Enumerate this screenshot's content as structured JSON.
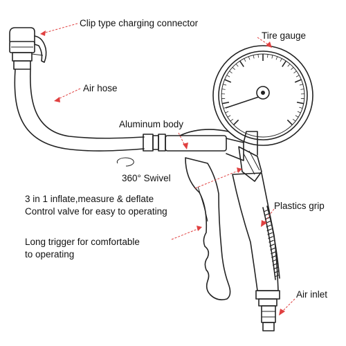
{
  "labels": {
    "clip_connector": "Clip type charging connector",
    "tire_gauge": "Tire gauge",
    "air_hose": "Air hose",
    "aluminum_body": "Aluminum body",
    "swivel": "360° Swivel",
    "inflate_line1": "3 in 1 inflate,measure & deflate",
    "inflate_line2": "Control valve for easy to operating",
    "plastics_grip": "Plastics grip",
    "trigger_line1": "Long trigger for comfortable",
    "trigger_line2": "to operating",
    "air_inlet": "Air inlet"
  },
  "colors": {
    "leader": "#e04040",
    "outline": "#222222",
    "text": "#111111"
  }
}
